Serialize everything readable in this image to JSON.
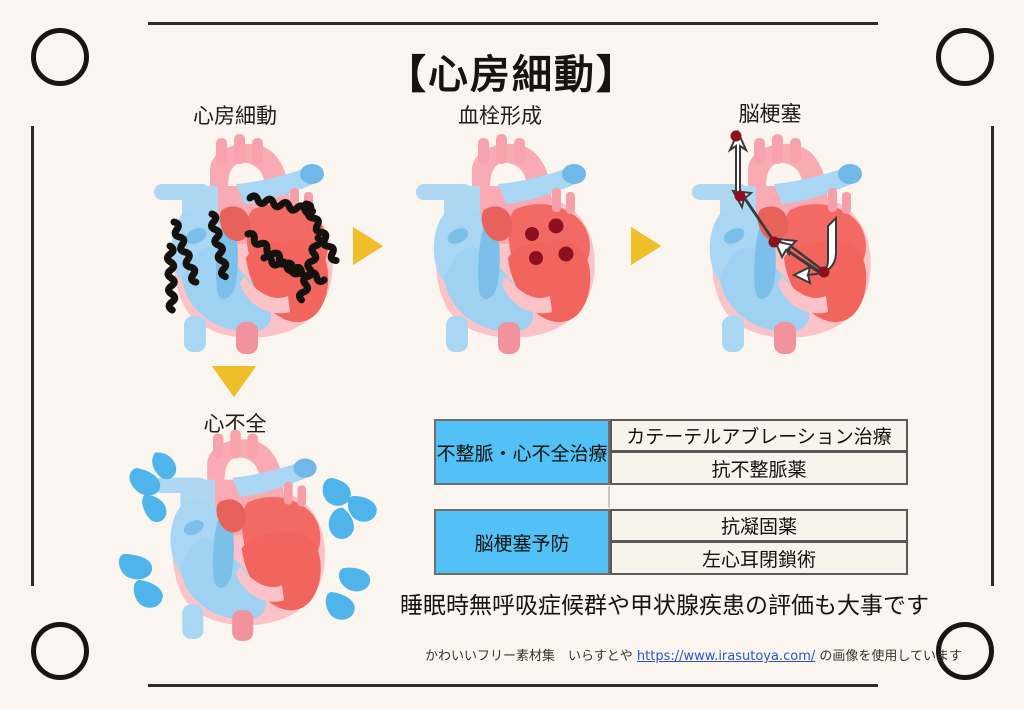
{
  "title": "【心房細動】",
  "stages": {
    "afib": "心房細動",
    "thrombus": "血栓形成",
    "stroke": "脳梗塞",
    "heart_failure": "心不全"
  },
  "icons": {
    "arrow_right_1": "triangle-right-icon",
    "arrow_right_2": "triangle-right-icon",
    "arrow_down": "triangle-down-icon"
  },
  "table": {
    "rows": [
      {
        "header": "不整脈・心不全治療",
        "items": [
          "カテーテルアブレーション治療",
          "抗不整脈薬"
        ]
      },
      {
        "header": "脳梗塞予防",
        "items": [
          "抗凝固薬",
          "左心耳閉鎖術"
        ]
      }
    ]
  },
  "footnote": "睡眠時無呼吸症候群や甲状腺疾患の評価も大事です",
  "credit": {
    "prefix": "かわいいフリー素材集　いらすとや",
    "url": "https://www.irasutoya.com/",
    "suffix": "の画像を使用しています"
  },
  "colors": {
    "background": "#faf6ef",
    "accent_blue": "#51c1f6",
    "accent_yellow": "#f0be28",
    "frame": "#2e2a26",
    "link": "#2a57c4",
    "heart_red": "#f2665f",
    "heart_blue": "#a8d4f0",
    "heart_pink": "#f9b8bd",
    "clot_dark_red": "#8c1020",
    "splash_blue": "#4fb4ea"
  }
}
